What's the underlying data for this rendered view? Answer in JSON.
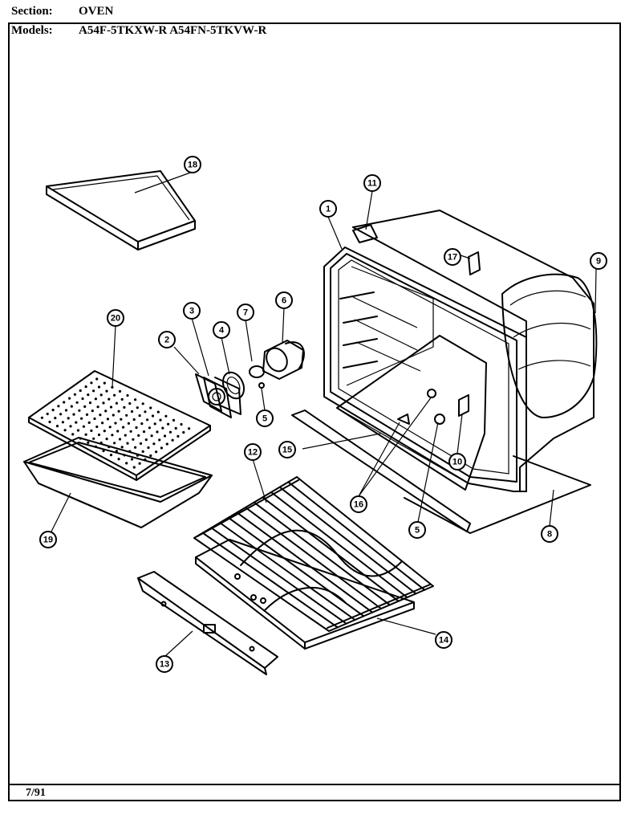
{
  "header": {
    "section_label": "Section:",
    "section_value": "OVEN",
    "models_label": "Models:",
    "models_value": "A54F-5TKXW-R  A54FN-5TKVW-R"
  },
  "footer": {
    "date": "7/91"
  },
  "callouts": [
    "1",
    "2",
    "3",
    "4",
    "5",
    "5",
    "6",
    "7",
    "8",
    "9",
    "10",
    "11",
    "12",
    "13",
    "14",
    "15",
    "16",
    "17",
    "18",
    "19",
    "20"
  ]
}
